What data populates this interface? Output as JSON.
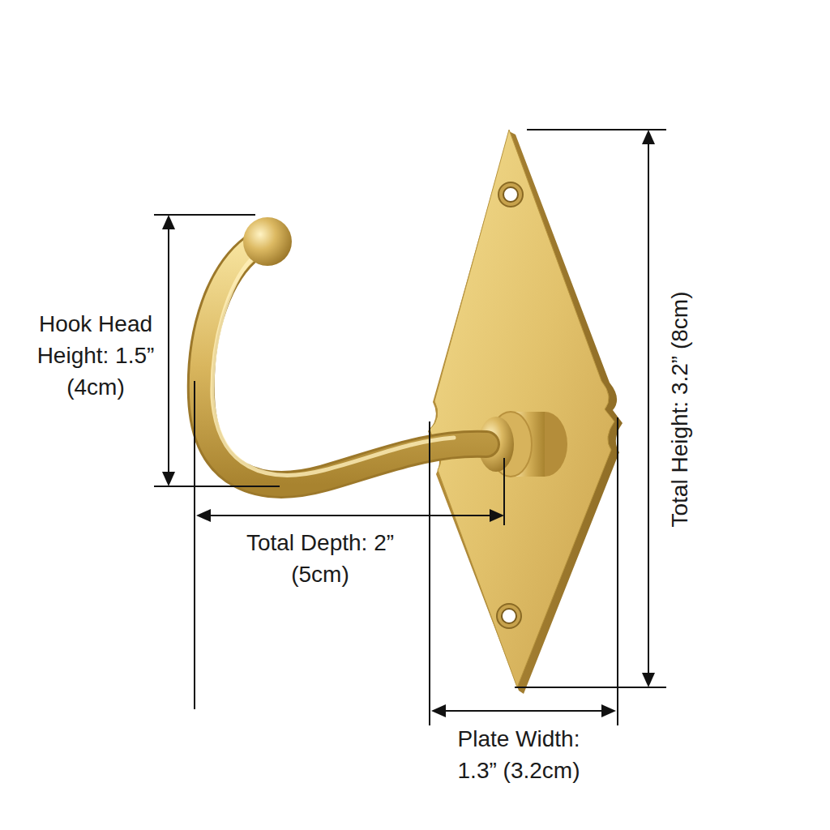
{
  "diagram": {
    "labels": [
      "Hook Head Height: 1.5” (4cm)",
      "Total Depth: 2” (5cm)",
      "Total Height: 3.2” (8cm)",
      "Plate Width: 1.3” (3.2cm)"
    ]
  }
}
